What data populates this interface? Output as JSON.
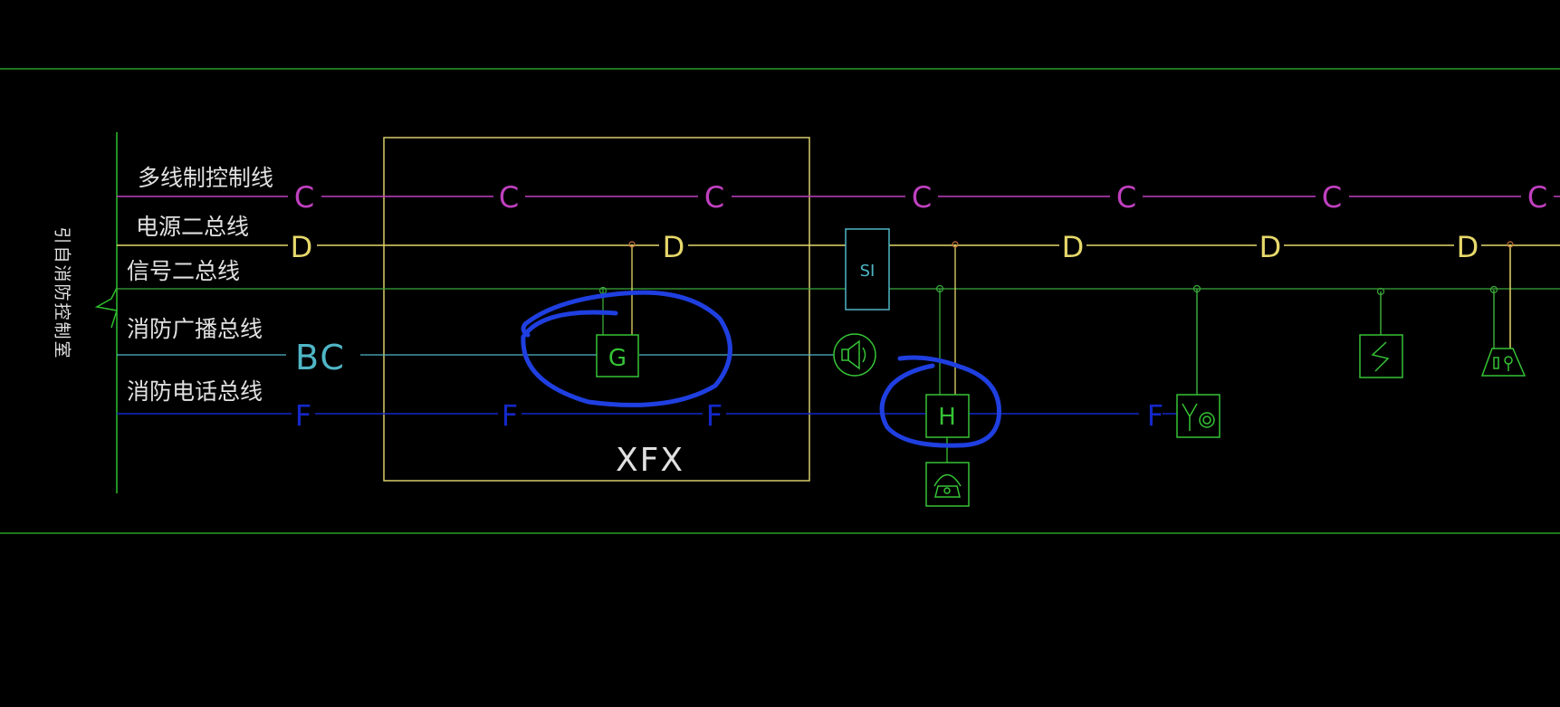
{
  "colors": {
    "background": "#000000",
    "frame": "#2fbf2f",
    "control_line": "#c040c0",
    "power_line": "#e6d86a",
    "signal_line": "#3aa83a",
    "broadcast_line": "#4fb6c6",
    "phone_line": "#1428c8",
    "device": "#35c335",
    "box": "#d8cc6a",
    "label": "#e0e0e0",
    "annotation": "#1f3fe0",
    "node": "#c8743a"
  },
  "source_label": "引自消防控制室",
  "bus_labels": {
    "control": "多线制控制线",
    "power": "电源二总线",
    "signal": "信号二总线",
    "broadcast": "消防广播总线",
    "phone": "消防电话总线"
  },
  "line_codes": {
    "control": "C",
    "power": "D",
    "broadcast": "BC",
    "phone": "F"
  },
  "devices": {
    "box_label": "XFX",
    "g_module": "G",
    "si_module": "SI",
    "h_module": "H"
  },
  "icons": [
    "speaker-icon",
    "telephone-icon",
    "phone-jack-icon",
    "lightning-detector-icon",
    "manual-alarm-icon"
  ]
}
